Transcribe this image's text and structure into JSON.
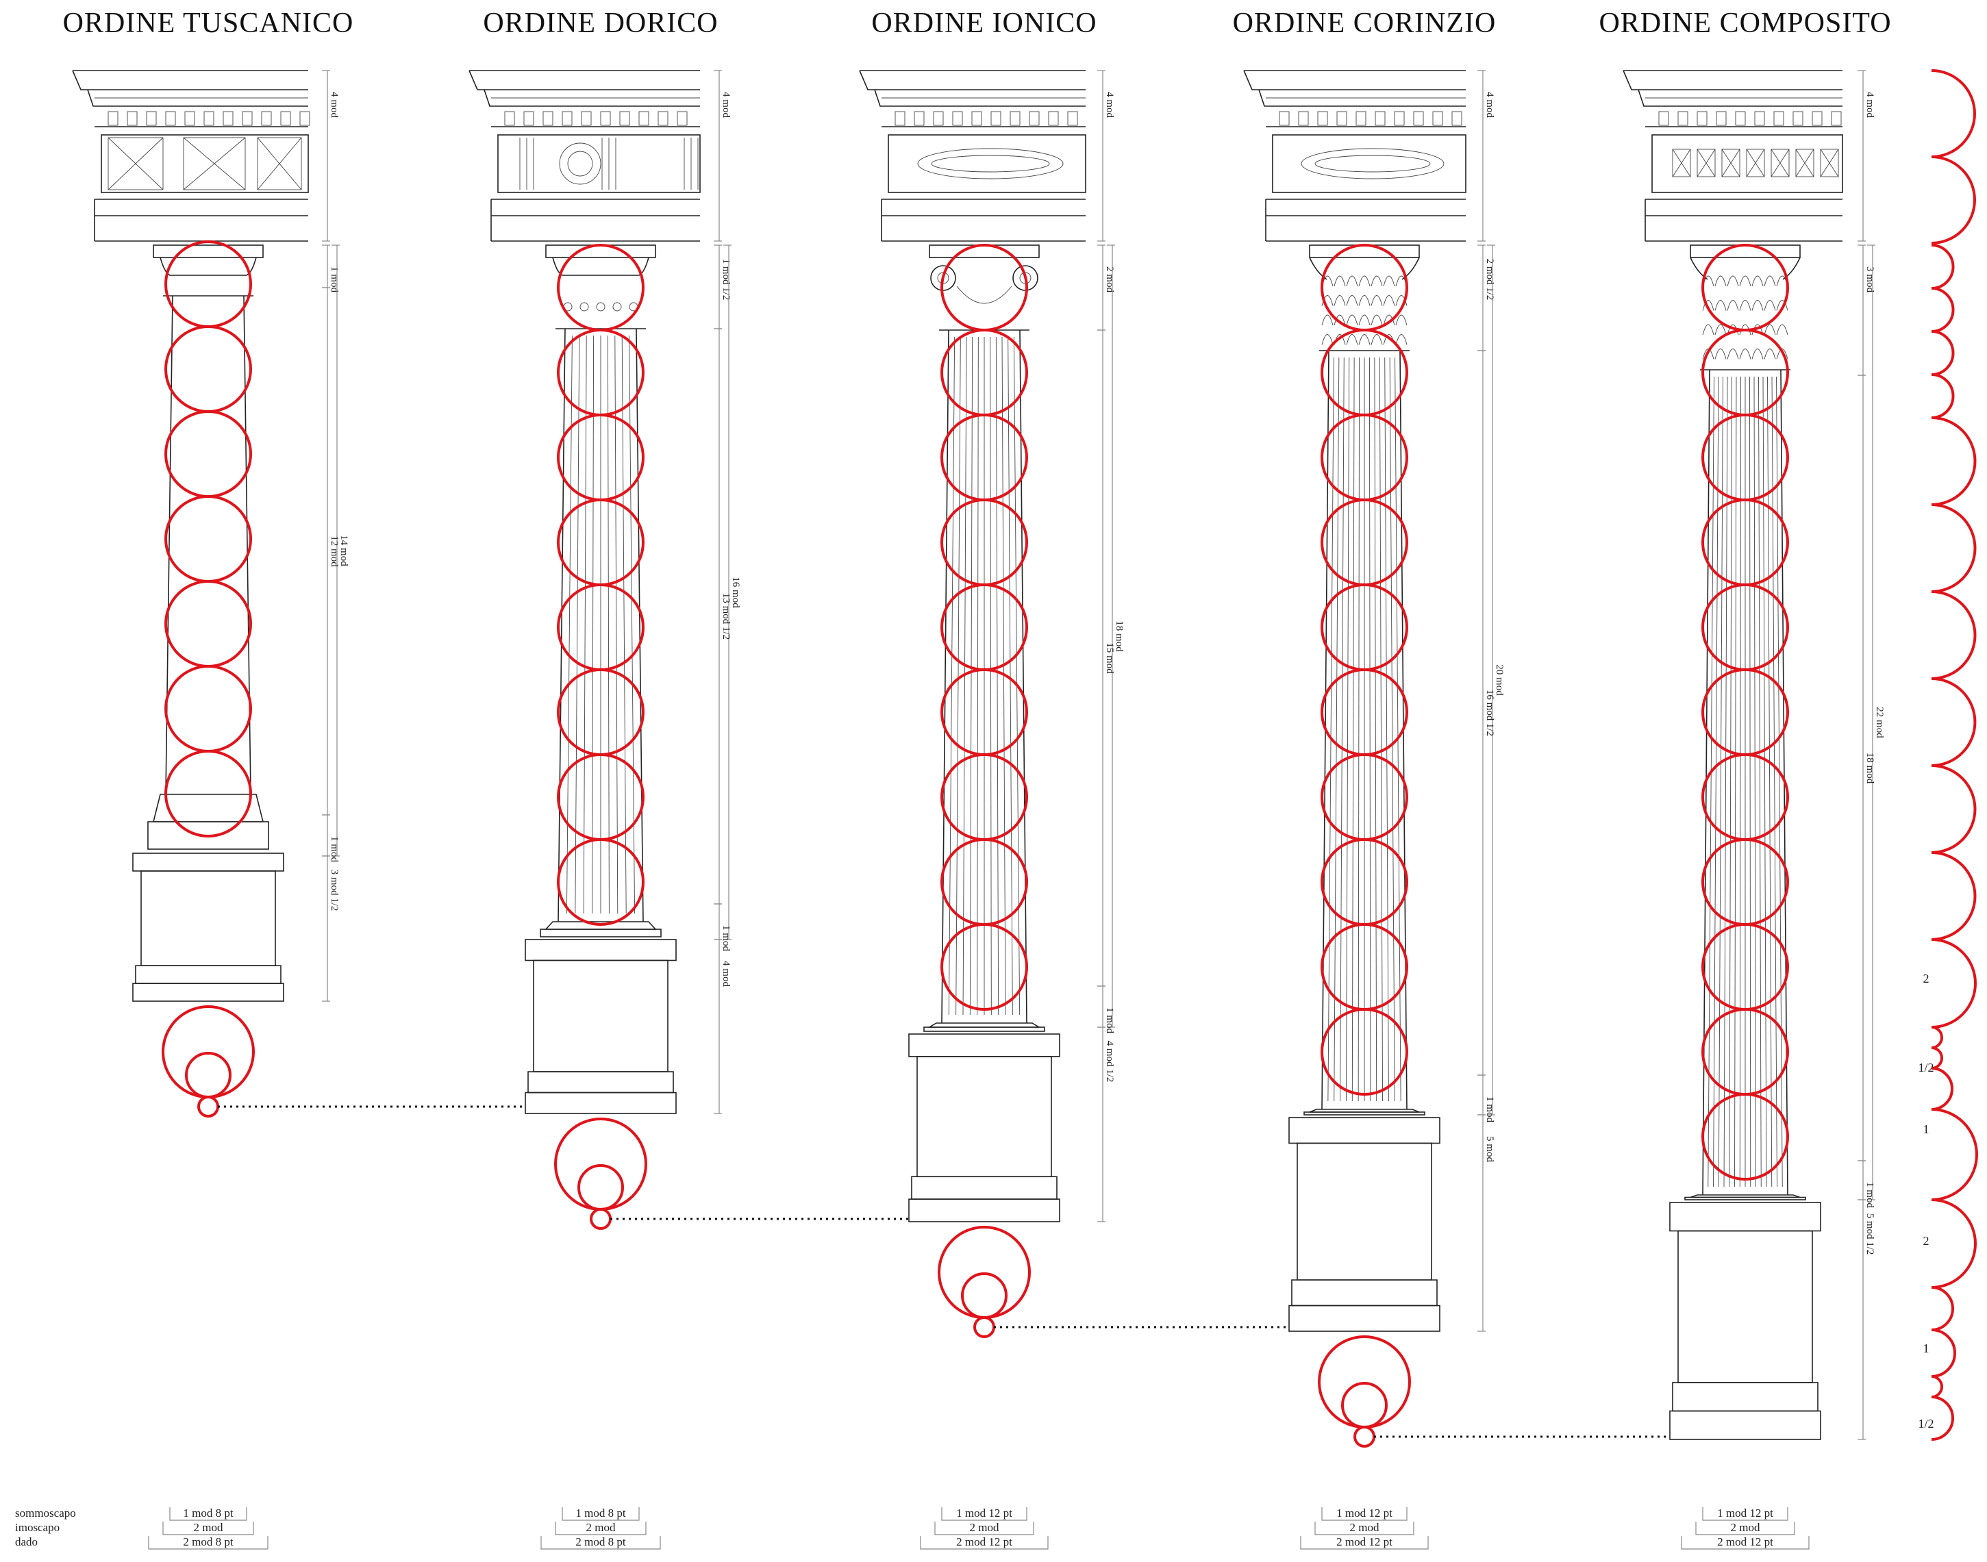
{
  "orders": [
    {
      "title": "ORDINE TUSCANICO",
      "dims": [
        "4 mod",
        "1 mod",
        "14 mod",
        "12 mod",
        "1 mod",
        "3 mod 1/2"
      ],
      "bottom": [
        "1 mod 8 pt",
        "2 mod",
        "2 mod 8 pt"
      ]
    },
    {
      "title": "ORDINE DORICO",
      "dims": [
        "4 mod",
        "1 mod 1/2",
        "16 mod",
        "13 mod 1/2",
        "1 mod",
        "4 mod"
      ],
      "bottom": [
        "1 mod 8 pt",
        "2 mod",
        "2 mod 8 pt"
      ]
    },
    {
      "title": "ORDINE IONICO",
      "dims": [
        "4 mod",
        "2 mod",
        "18 mod",
        "15 mod",
        "1 mod",
        "4 mod 1/2"
      ],
      "bottom": [
        "1 mod 12 pt",
        "2 mod",
        "2 mod 12 pt"
      ]
    },
    {
      "title": "ORDINE CORINZIO",
      "dims": [
        "4 mod",
        "2 mod 1/2",
        "20 mod",
        "16 mod 1/2",
        "1 mod",
        "5 mod"
      ],
      "bottom": [
        "1 mod 12 pt",
        "2 mod",
        "2 mod 12 pt"
      ]
    },
    {
      "title": "ORDINE COMPOSITO",
      "dims": [
        "4 mod",
        "3 mod",
        "22 mod",
        "18 mod",
        "1 mod",
        "5 mod 1/2"
      ],
      "bottom": [
        "1 mod 12 pt",
        "2 mod",
        "2 mod 12 pt"
      ]
    }
  ],
  "legend": {
    "sommoscapo": "sommoscapo",
    "imoscapo": "imoscapo",
    "dado": "dado"
  },
  "right_fractions": [
    "2",
    "1/2",
    "1",
    "2",
    "1",
    "1/2"
  ],
  "colors": {
    "construction": "#e0141b",
    "drawing": "#222222"
  }
}
